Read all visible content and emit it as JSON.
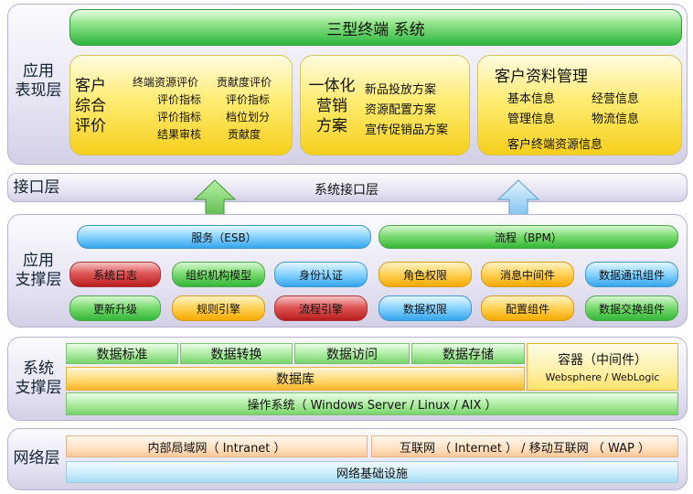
{
  "title": "三型终端 系统",
  "layers": {
    "app": "应用\n表现层",
    "interface": "接口层",
    "support": "应用\n支撑层",
    "system": "系统\n支撑层",
    "network": "网络层"
  },
  "app_boxes": {
    "customer_eval": {
      "heading": "客户\n综合\n评价",
      "items": [
        "终端资源评价",
        "贡献度评价",
        "评价指标",
        "评价指标",
        "评价指标",
        "档位划分",
        "结果审核",
        "贡献度"
      ]
    },
    "integrated_marketing": {
      "heading": "一体化\n营销\n方案",
      "items": [
        "新品投放方案",
        "资源配置方案",
        "宣传促销品方案"
      ]
    },
    "customer_data": {
      "heading": "客户资料管理",
      "items": [
        "基本信息",
        "经营信息",
        "管理信息",
        "物流信息",
        "客户终端资源信息"
      ]
    }
  },
  "interface_text": "系统接口层",
  "support": {
    "esb": "服务（ESB）",
    "bpm": "流程（BPM）",
    "row1": [
      "系统日志",
      "组织机构模型",
      "身份认证",
      "角色权限",
      "消息中间件",
      "数据通讯组件"
    ],
    "row2": [
      "更新升级",
      "规则引擎",
      "流程引擎",
      "数据权限",
      "配置组件",
      "数据交换组件"
    ]
  },
  "system": {
    "data_items": [
      "数据标准",
      "数据转换",
      "数据访问",
      "数据存储"
    ],
    "container_title": "容器（中间件）",
    "container_sub": "Websphere / WebLogic",
    "database": "数据库",
    "os": "操作系统（ Windows Server  / Linux  / AIX ）"
  },
  "network": {
    "intranet": "内部局域网（ Intranet ）",
    "internet": "互联网 （ Internet ） / 移动互联网 （ WAP ）",
    "infra": "网络基础设施"
  },
  "colors": {
    "title_green": "#38c048",
    "arrow_green": "#5fc24a",
    "arrow_blue": "#7fc3ef"
  }
}
